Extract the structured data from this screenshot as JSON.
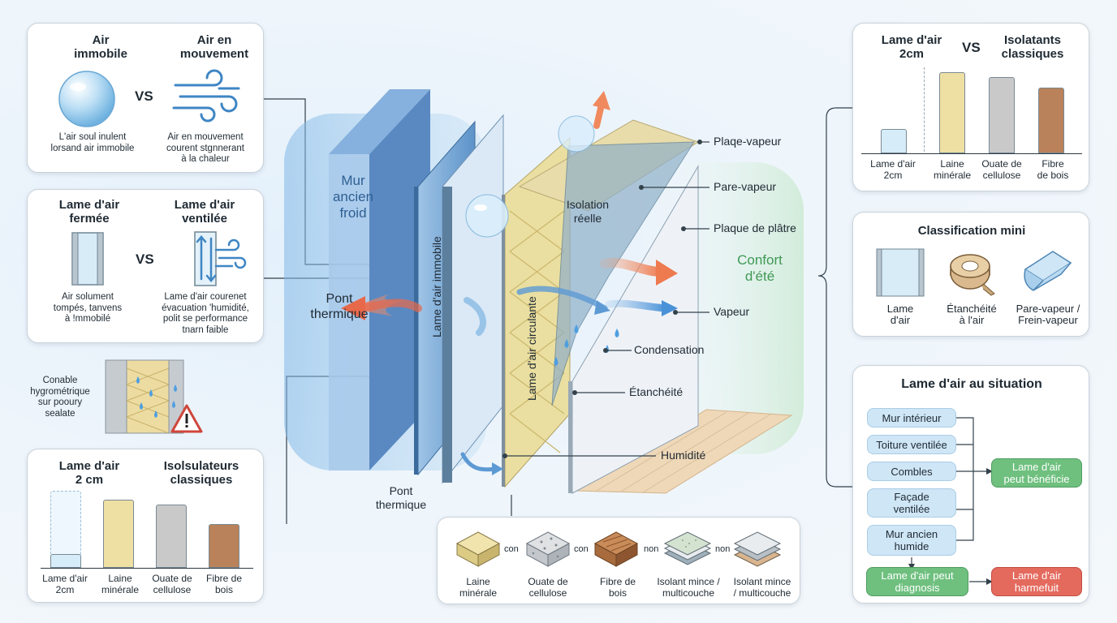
{
  "air_compare": {
    "left_title": "Air\nimmobile",
    "right_title": "Air en\nmouvement",
    "vs": "VS",
    "left_caption": "L'air soul inulent\nlorsand air immobile",
    "right_caption": "Air en mouvement\ncourent stgnnerant\nà la chaleur"
  },
  "lame_compare": {
    "left_title": "Lame d'air\nfermée",
    "right_title": "Lame d'air\nventilée",
    "vs": "VS",
    "left_caption": "Air solument\ntompés, tanvens\nà !mmobilé",
    "right_caption": "Lame d'air courenet\névacuation 'humidité,\npolit se performance\ntnarn faible"
  },
  "hygro": {
    "text": "Conable\nhygrométrique\nsur pooury\nsealate"
  },
  "left_chart": {
    "title_left": "Lame d'air\n2 cm",
    "title_right": "Isolsulateurs\nclassiques",
    "labels": [
      "Lame d'air\n2cm",
      "Laine\nminérale",
      "Ouate de\ncellulose",
      "Fibre de\nbois"
    ],
    "colors": [
      "#d6ecf8",
      "#eedfa3",
      "#c9c9c9",
      "#b9825a"
    ]
  },
  "right_chart": {
    "title_left": "Lame d'air\n2cm",
    "vs": "VS",
    "title_right": "Isolatants\nclassiques",
    "labels": [
      "Lame d'air\n2cm",
      "Laine\nminérale",
      "Ouate de\ncellulose",
      "Fibre\nde bois"
    ],
    "colors": [
      "#d6ecf8",
      "#eedfa3",
      "#c9c9c9",
      "#b9825a"
    ]
  },
  "classification": {
    "title": "Classification mini",
    "items": [
      "Lame\nd'air",
      "Étanchéité\nà l'air",
      "Pare-vapeur /\nFrein-vapeur"
    ]
  },
  "situation": {
    "title": "Lame d'air au situation",
    "items": [
      "Mur intérieur",
      "Toiture ventilée",
      "Combles",
      "Façade\nventilée",
      "Mur ancien\nhumide"
    ],
    "benefit": "Lame d'air\npeut bénéficie",
    "diagnosis": "Lame d'air peut\ndiagnosis",
    "harmful": "Lame d'air\nharmefuit"
  },
  "diagram": {
    "mur": "Mur\nancien\nfroid",
    "pont1": "Pont\nthermique",
    "pont2": "Pont\nthermique",
    "lame_immobile": "Lame d'air immobile",
    "lame_circulante": "Lame d'air circulante",
    "isolation": "Isolation\nréelle",
    "confort": "Confort\nd'été",
    "plaque_vapeur": "Plaqe-vapeur",
    "pare_vapeur": "Pare-vapeur",
    "plaque_platre": "Plaque de plâtre",
    "vapeur": "Vapeur",
    "condensation": "Condensation",
    "etancheite": "Étanchéité",
    "humidite": "Humidité"
  },
  "materials": {
    "items": [
      "Laine\nminérale",
      "Ouate de\ncellulose",
      "Fibre de\nbois",
      "Isolant mince /\nmulticouche",
      "Isolant mince\n/ multicouche"
    ],
    "connectors": [
      "con",
      "con",
      "non",
      "non"
    ]
  }
}
